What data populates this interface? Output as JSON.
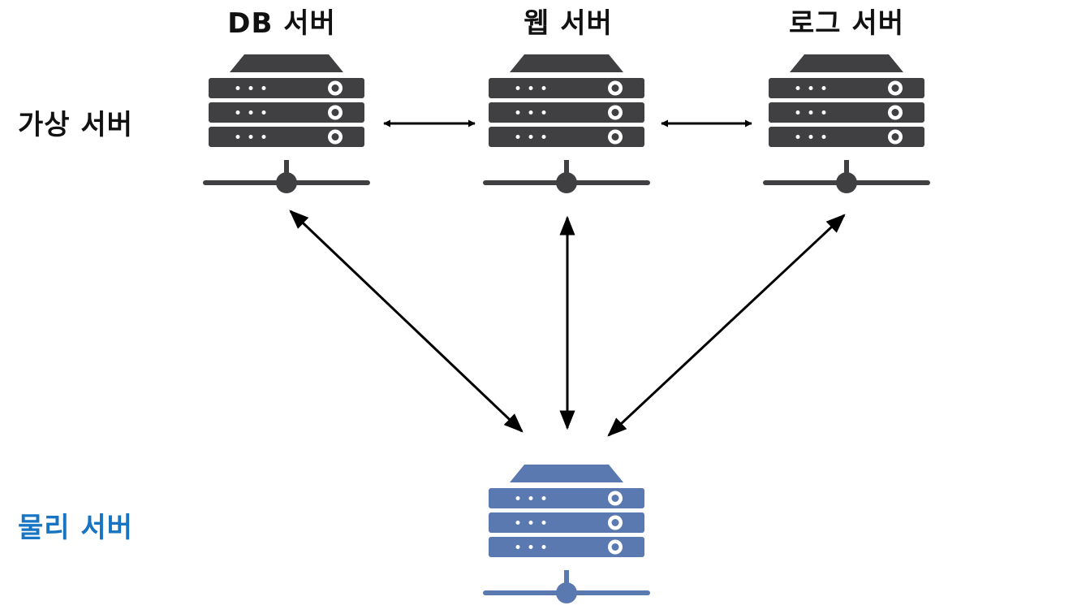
{
  "servers": {
    "db": {
      "label": "DB 서버"
    },
    "web": {
      "label": "웹 서버"
    },
    "log": {
      "label": "로그 서버"
    }
  },
  "rows": {
    "virtual": {
      "label": "가상 서버"
    },
    "physical": {
      "label": "물리 서버"
    }
  },
  "colors": {
    "virtual_server": "#404042",
    "physical_server": "#5a79b0",
    "physical_label": "#1674c2",
    "virtual_label": "#111111",
    "arrow": "#000000"
  },
  "icons": {
    "virtual": "server-rack-icon",
    "physical": "server-rack-icon"
  }
}
